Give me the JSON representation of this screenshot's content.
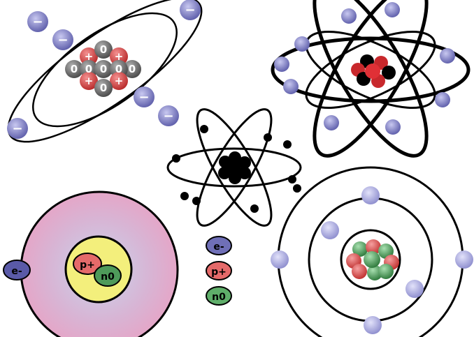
{
  "labels": {
    "minus": "−",
    "plus": "+",
    "zero": "0",
    "electron": "e-",
    "proton": "p+",
    "neutron": "n0"
  },
  "legend": {
    "electron": "e-",
    "proton": "p+",
    "neutron": "n0"
  },
  "colors": {
    "electron_fill": "#6f6fb7",
    "electron_light": "#9a9ad8",
    "proton_fill": "#d04040",
    "neutron_fill": "#5f5f5f",
    "neutron_green": "#4e9a5a",
    "nucleus_yellow": "#f3ef7c",
    "cloud_pink": "#e8a7c6",
    "black": "#000000"
  }
}
